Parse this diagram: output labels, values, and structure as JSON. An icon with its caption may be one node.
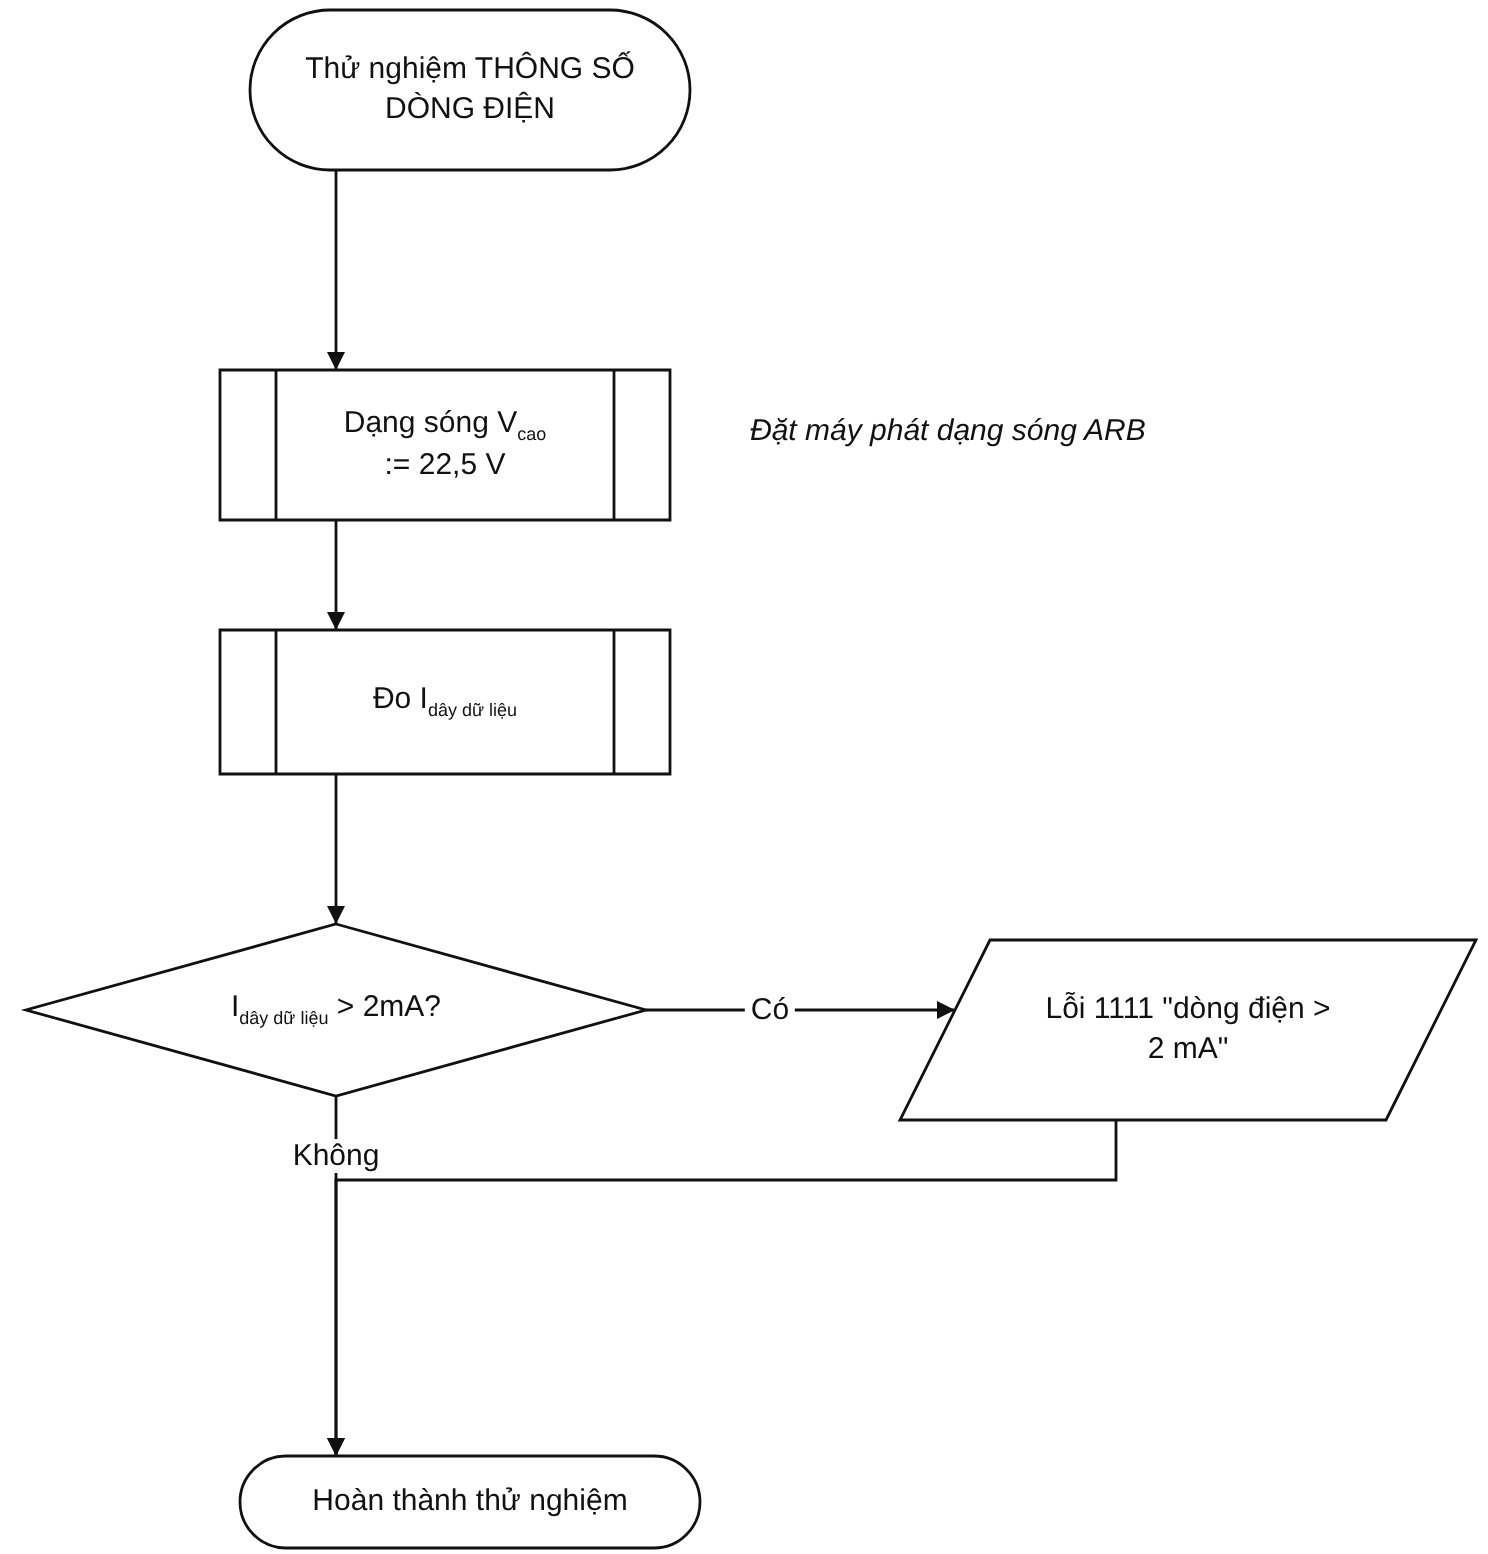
{
  "diagram": {
    "nodes": [
      {
        "text": [
          "Thử nghiệm THÔNG SỐ DÒNG ĐIỆN"
        ]
      },
      {
        "text": [
          "Dạng sóng V$_{cao}$ := 22,5 V"
        ],
        "beside": [
          "Đặt máy phát dạng sóng ARB"
        ]
      },
      {
        "text": [
          "Đo I$_{dây dữ liệu}$"
        ]
      },
      {
        "text": [
          "I$_{dây dữ liệu}$ > 2mA?"
        ]
      },
      {
        "text": [
          "Lỗi 1111 \"dòng điện > 2 mA\""
        ]
      },
      {
        "text": [
          "Hoàn thành thử nghiệm"
        ]
      }
    ],
    "edges": [
      {
        "from": 0,
        "to": 1,
        "arrow": "to"
      },
      {
        "from": 1,
        "to": 2,
        "arrow": "to"
      },
      {
        "from": 2,
        "to": 3,
        "arrow": "to"
      },
      {
        "from": 3,
        "to": 4,
        "label": "Có",
        "arrow": "to"
      },
      {
        "from": 3,
        "to": 5,
        "label": "Không",
        "arrow": "to"
      },
      {
        "from": 4,
        "to": 5,
        "arrow": "to"
      }
    ]
  }
}
